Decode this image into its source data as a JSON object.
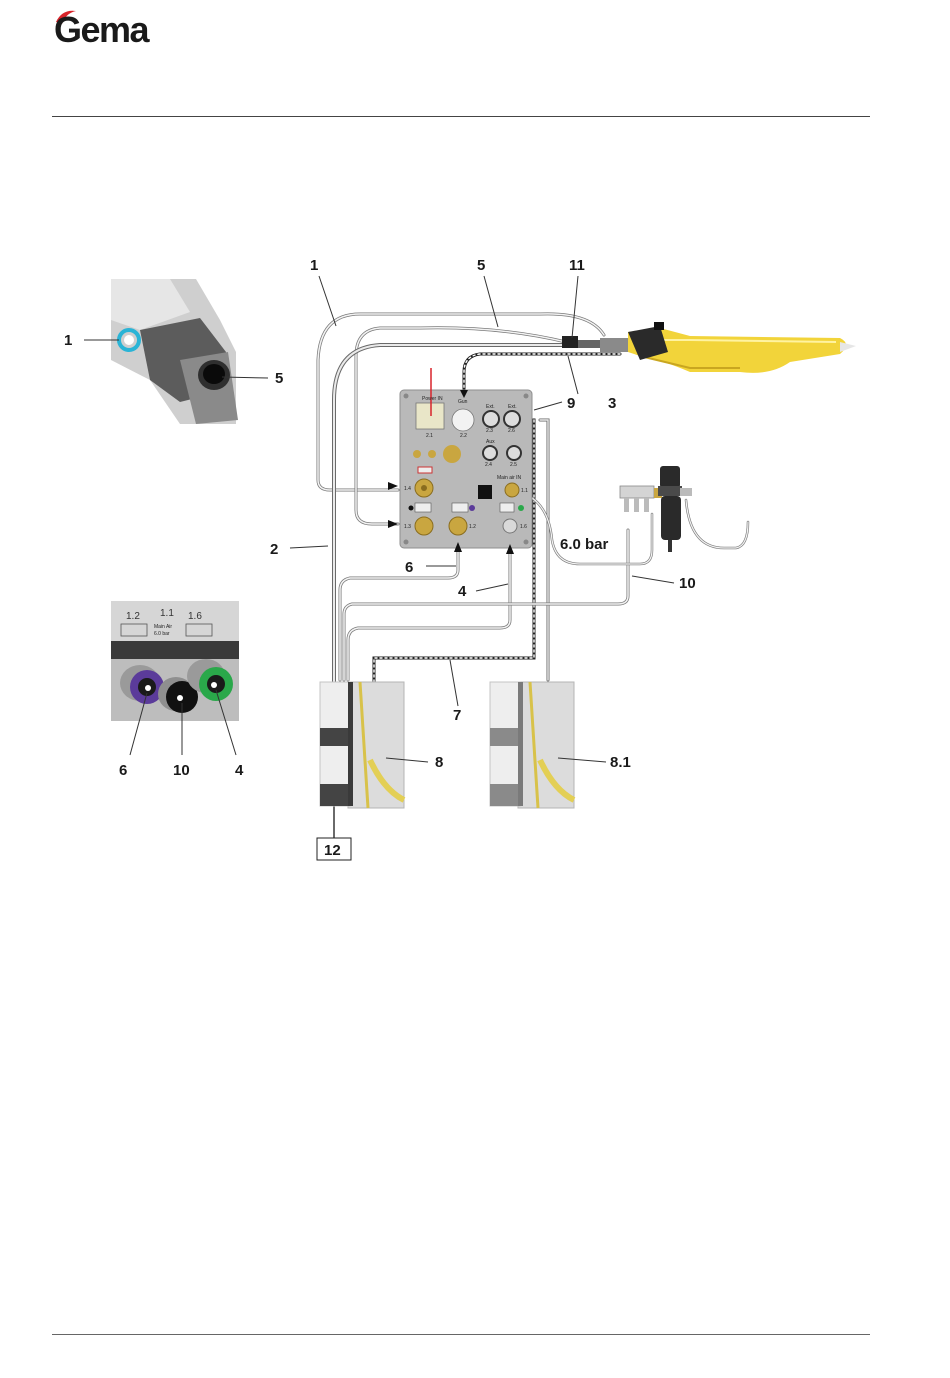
{
  "header": {
    "logo_text": "Gema"
  },
  "figure": {
    "callouts": {
      "c1": "1",
      "c2": "2",
      "c3": "3",
      "c4": "4",
      "c5": "5",
      "c6": "6",
      "c7": "7",
      "c8": "8",
      "c8_1": "8.1",
      "c9": "9",
      "c10": "10",
      "c11": "11",
      "c12": "12"
    },
    "pressure_label": "6.0 bar",
    "detail_gun": {
      "c1": "1",
      "c5": "5"
    },
    "detail_connectors": {
      "c6": "6",
      "c10": "10",
      "c4": "4",
      "port_labels": [
        "1.2",
        "1.1",
        "1.6"
      ],
      "main_air_line1": "Main  Air",
      "main_air_line2": "6.0  bar"
    },
    "panel": {
      "power_in": "Power IN",
      "gun": "Gun",
      "ext1": "Ext.",
      "ext2": "Ext.",
      "aux": "Aux",
      "main_air_in": "Main air IN",
      "ports": [
        "2.1",
        "2.2",
        "2.3",
        "2.4",
        "2.5",
        "2.6",
        "1.4",
        "1.3",
        "1.2",
        "1.1",
        "1.6"
      ]
    }
  },
  "colors": {
    "brand_red": "#d8232a",
    "gun_yellow": "#f2d43a",
    "violet_ring": "#5b3b9a",
    "green_ring": "#2aa84a",
    "cyan_ring": "#2ab4d6",
    "brass": "#c9a640",
    "panel_gray": "#b9b9b9"
  }
}
